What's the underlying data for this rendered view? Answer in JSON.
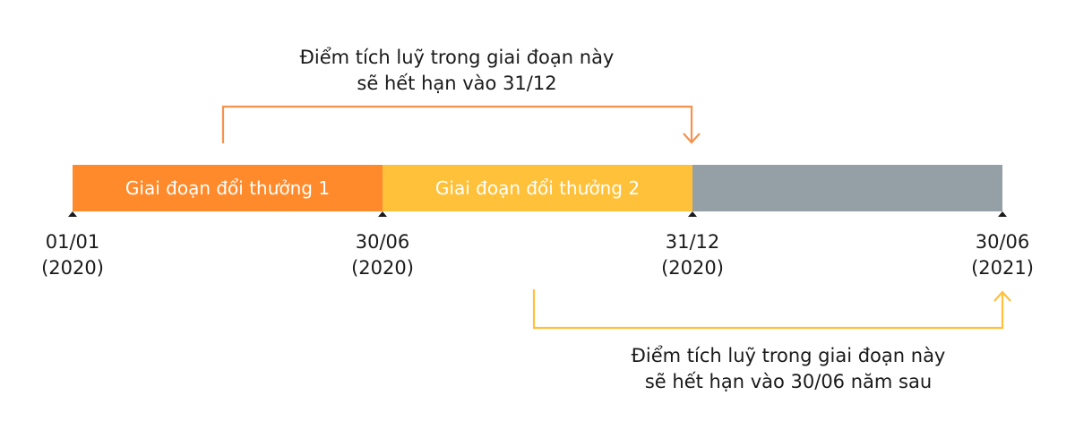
{
  "colors": {
    "phase1": "#FF8A2B",
    "phase2": "#FFC03A",
    "future": "#949FA6",
    "arrow_top": "#F5924E",
    "arrow_bottom": "#FFC03A",
    "text": "#1a1a1a"
  },
  "phases": [
    {
      "label": "Giai đoạn đổi thưởng 1"
    },
    {
      "label": "Giai đoạn đổi thưởng 2"
    },
    {
      "label": ""
    }
  ],
  "dates": [
    {
      "date": "01/01",
      "year": "(2020)"
    },
    {
      "date": "30/06",
      "year": "(2020)"
    },
    {
      "date": "31/12",
      "year": "(2020)"
    },
    {
      "date": "30/06",
      "year": "(2021)"
    }
  ],
  "notes": {
    "top": {
      "line1": "Điểm tích luỹ trong giai đoạn này",
      "line2": "sẽ hết hạn vào 31/12"
    },
    "bottom": {
      "line1": "Điểm tích luỹ trong giai đoạn này",
      "line2": "sẽ hết hạn vào 30/06 năm sau"
    }
  }
}
